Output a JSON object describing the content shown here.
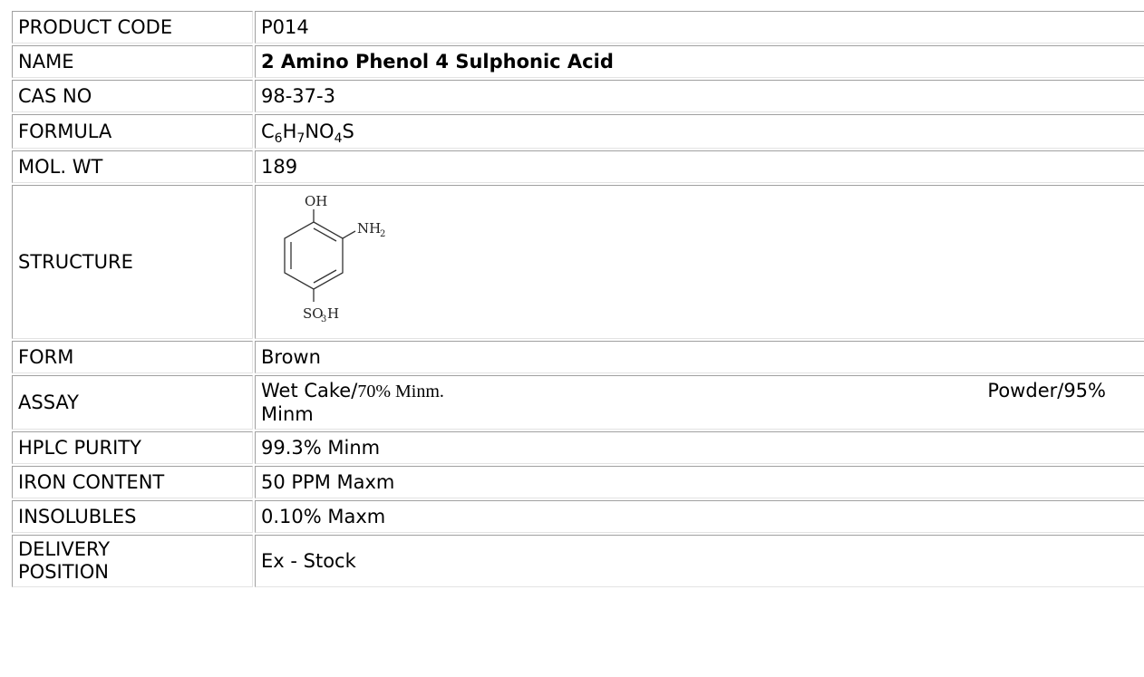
{
  "rows": {
    "product_code": {
      "label": "PRODUCT CODE",
      "value": "P014"
    },
    "name": {
      "label": "NAME",
      "value": "2 Amino Phenol 4 Sulphonic Acid"
    },
    "cas_no": {
      "label": "CAS NO",
      "value": "98-37-3"
    },
    "formula": {
      "label": "FORMULA",
      "parts": {
        "c": "C",
        "c_n": "6",
        "h": "H",
        "h_n": "7",
        "no": "NO",
        "o_n": "4",
        "s": "S"
      }
    },
    "mol_wt": {
      "label": "MOL. WT",
      "value": "189"
    },
    "structure": {
      "label": "STRUCTURE",
      "top_group": "OH",
      "side_group": "NH",
      "side_group_sub": "2",
      "bottom_group_a": "SO",
      "bottom_group_sub": "3",
      "bottom_group_b": "H"
    },
    "form": {
      "label": "FORM",
      "value": "Brown"
    },
    "assay": {
      "label": "ASSAY",
      "wet_cake": "Wet Cake/",
      "wet_cake_value": "70% Minm.",
      "powder": "Powder/95%",
      "powder_suffix": "Minm"
    },
    "hplc_purity": {
      "label": "HPLC PURITY",
      "value": "99.3% Minm"
    },
    "iron_content": {
      "label": "IRON CONTENT",
      "value": "50 PPM Maxm"
    },
    "insolubles": {
      "label": "INSOLUBLES",
      "value": "0.10% Maxm"
    },
    "delivery_position": {
      "label_line1": "DELIVERY",
      "label_line2": "POSITION",
      "value": "Ex - Stock"
    }
  }
}
